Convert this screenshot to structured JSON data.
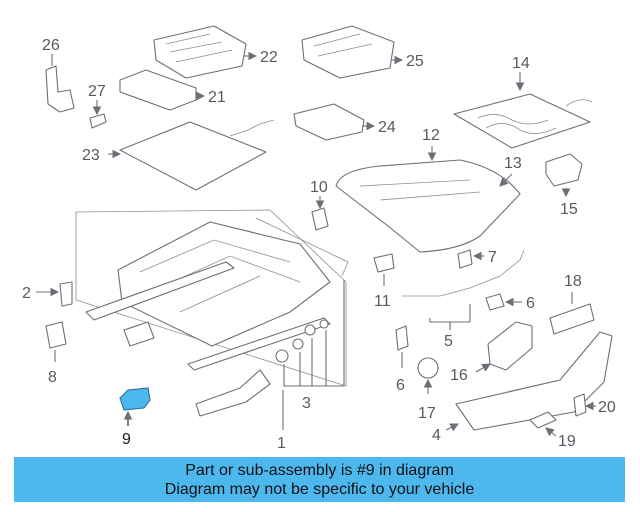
{
  "banner": {
    "line1": "Part or sub-assembly is #9 in diagram",
    "line2": "Diagram may not be specific to your vehicle",
    "color": "#4db8ee"
  },
  "highlight": {
    "part": "9",
    "color": "#4db8ee"
  },
  "callouts": {
    "c1": "1",
    "c2": "2",
    "c3": "3",
    "c4": "4",
    "c5": "5",
    "c6a": "6",
    "c6b": "6",
    "c7": "7",
    "c8": "8",
    "c9": "9",
    "c10": "10",
    "c11": "11",
    "c12": "12",
    "c13": "13",
    "c14": "14",
    "c15": "15",
    "c16": "16",
    "c17": "17",
    "c18": "18",
    "c19": "19",
    "c20": "20",
    "c21": "21",
    "c22": "22",
    "c23": "23",
    "c24": "24",
    "c25": "25",
    "c26": "26",
    "c27": "27"
  }
}
